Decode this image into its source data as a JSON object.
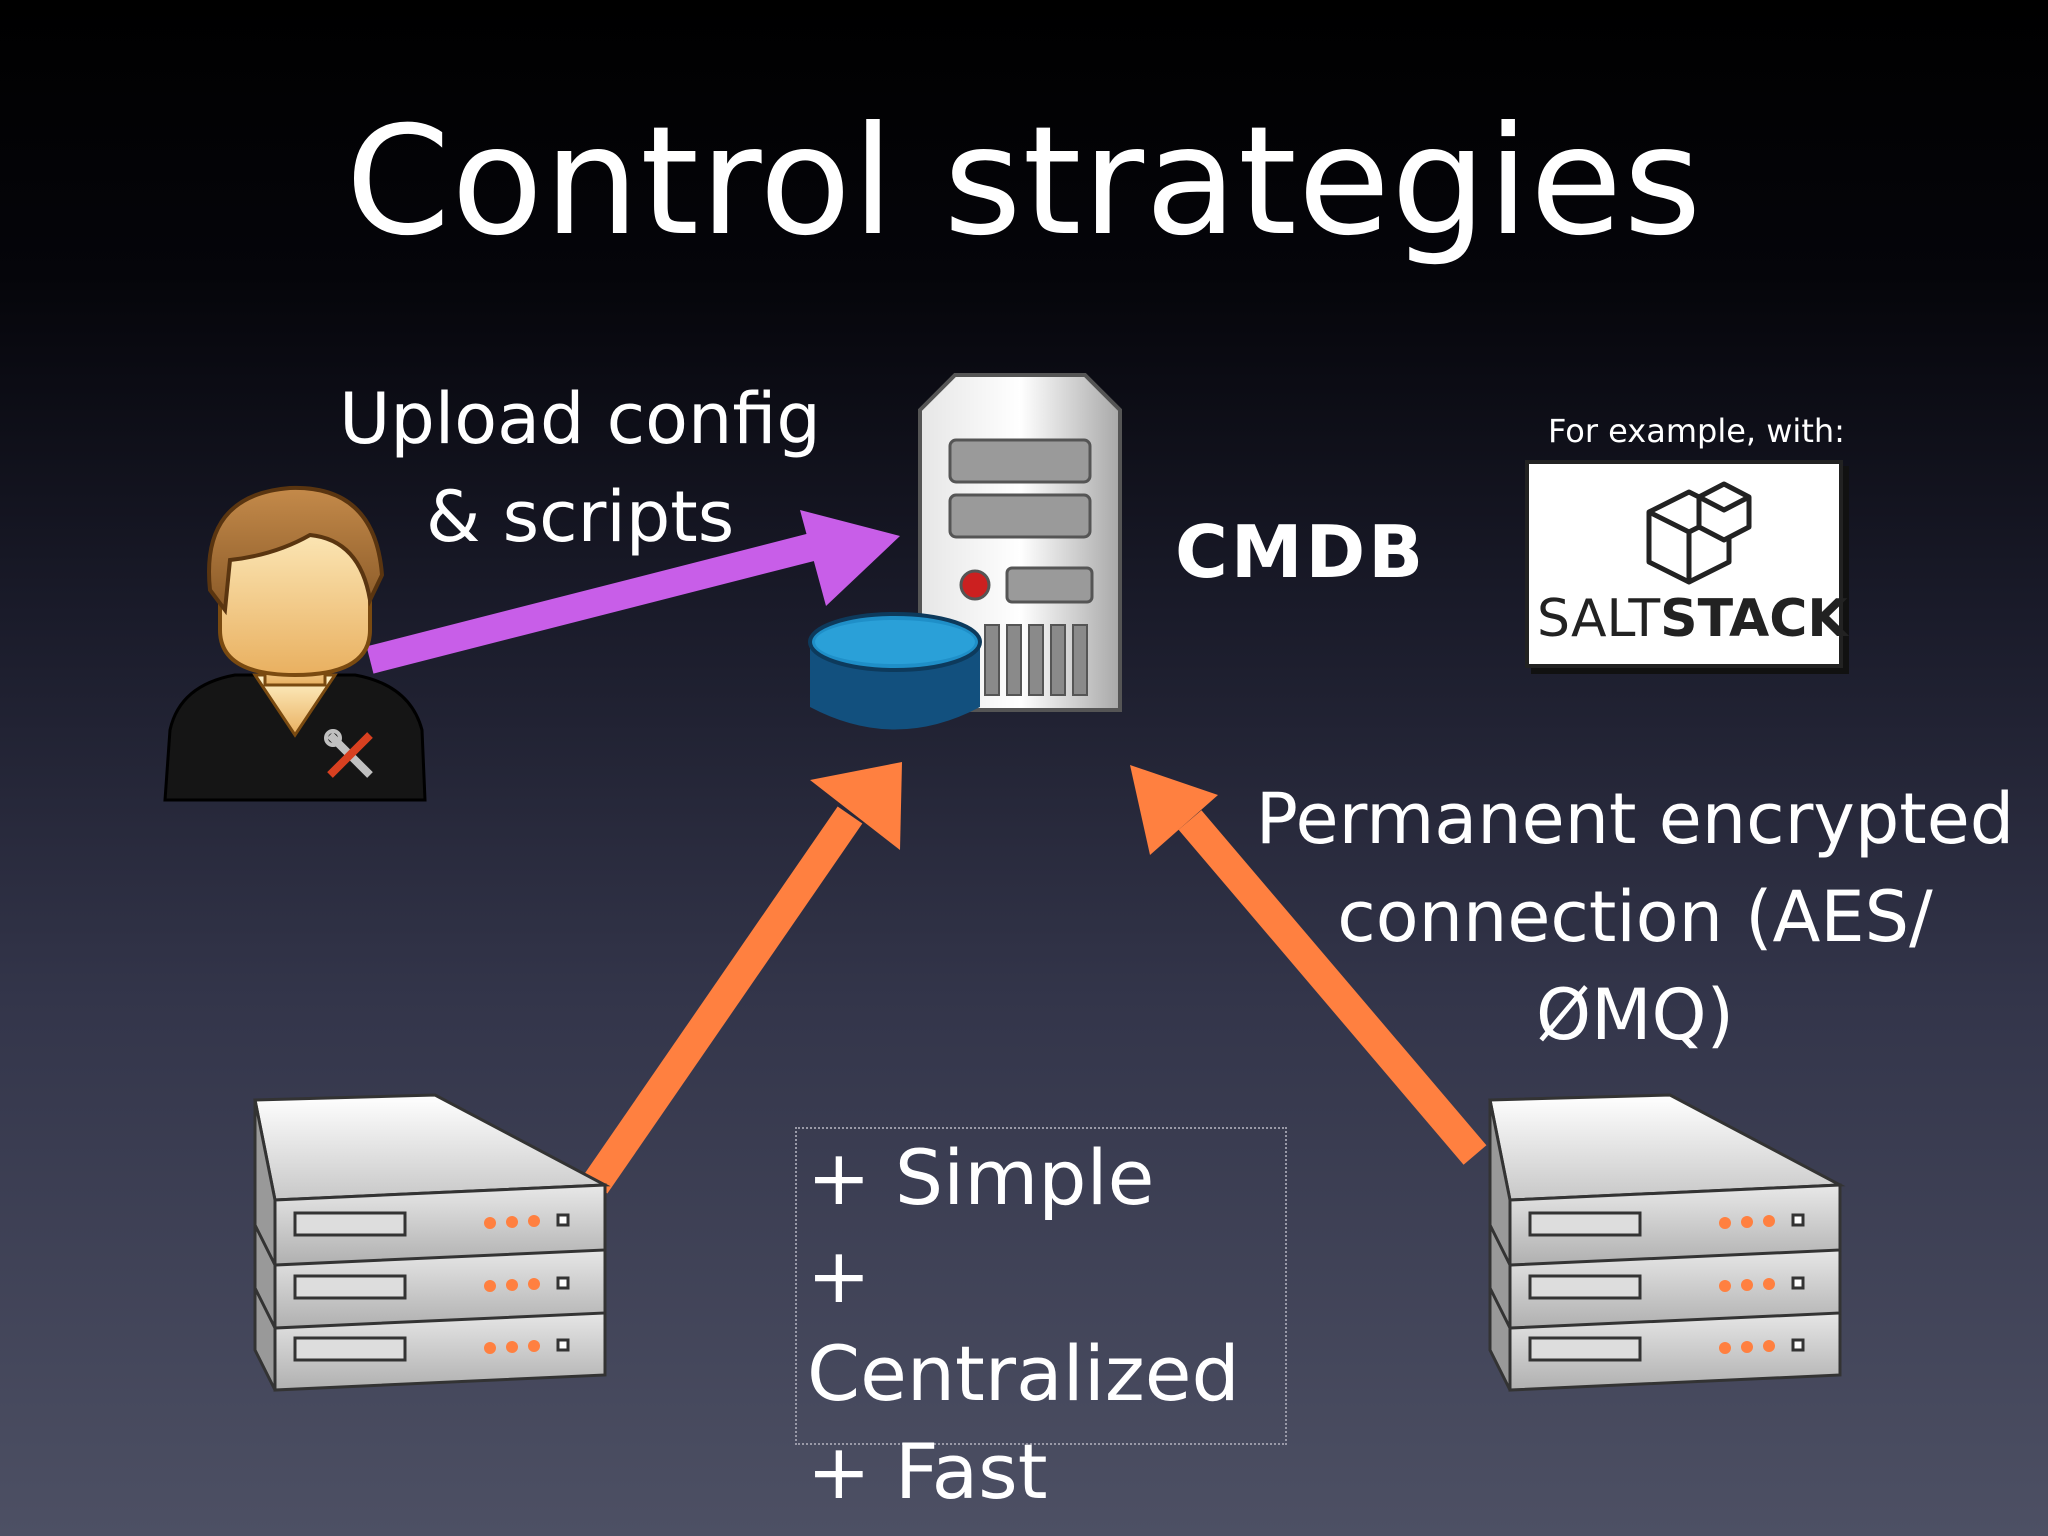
{
  "slide": {
    "title": "Control strategies",
    "upload_label_line1": "Upload config",
    "upload_label_line2": "& scripts",
    "cmdb_label": "CMDB",
    "example_label": "For example, with:",
    "logo_text_light": "SALT",
    "logo_text_bold": "STACK",
    "connection_line1": "Permanent encrypted",
    "connection_line2": "connection (AES/",
    "connection_line3": "ØMQ)",
    "pros": [
      "+ Simple",
      "+ Centralized",
      "+ Fast"
    ]
  },
  "colors": {
    "upload_arrow": "#c85ee8",
    "connection_arrow": "#ff8040",
    "database": "#1f73a8"
  },
  "icons": [
    "admin-user-icon",
    "server-tower-icon",
    "database-icon",
    "saltstack-logo",
    "rack-server-icon"
  ]
}
